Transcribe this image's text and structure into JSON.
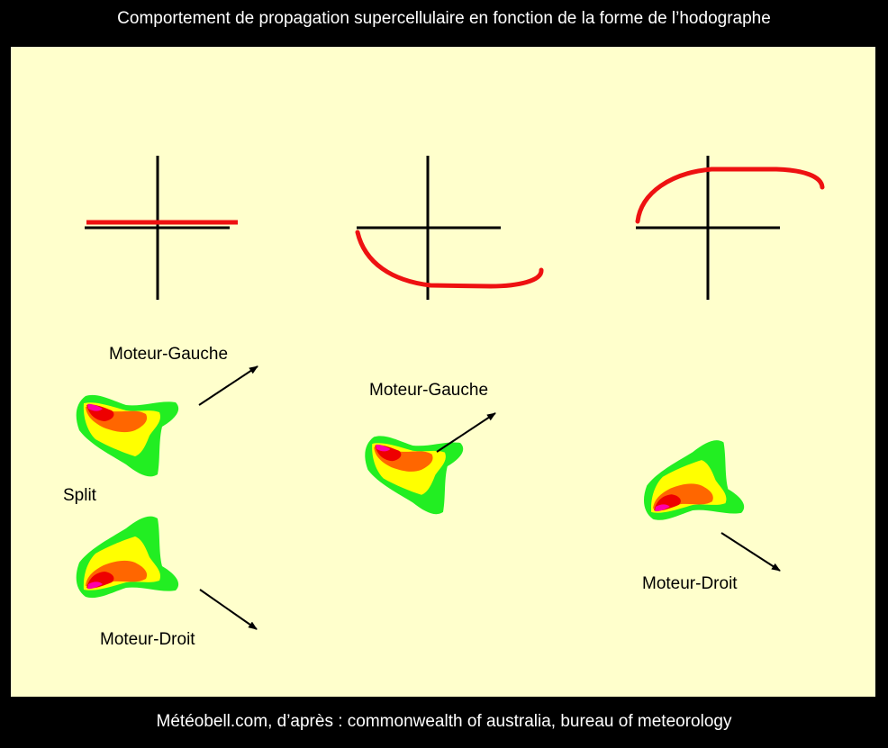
{
  "header": {
    "title": "Comportement de propagation supercellulaire en fonction de la forme de l’hodographe"
  },
  "footer": {
    "credit": "Météobell.com, d’après : commonwealth of australia, bureau of meteorology"
  },
  "labels": {
    "left_motor": "Moteur-Gauche",
    "right_motor": "Moteur-Droit",
    "split": "Split"
  },
  "colors": {
    "frame": "#000000",
    "panel_background": "#ffffcc",
    "hodograph": "#ee1111",
    "axes": "#000000",
    "storm_outer": "#22ee22",
    "storm_mid": "#ffff00",
    "storm_inner": "#ff6600",
    "storm_core": "#ee0000",
    "storm_peak": "#ff00aa"
  },
  "scenarios": [
    {
      "hodograph_shape": "straight",
      "storms": [
        "left-moving",
        "right-moving"
      ],
      "label": "Split"
    },
    {
      "hodograph_shape": "counter-clockwise curved",
      "storms": [
        "left-moving"
      ]
    },
    {
      "hodograph_shape": "clockwise curved",
      "storms": [
        "right-moving"
      ]
    }
  ]
}
